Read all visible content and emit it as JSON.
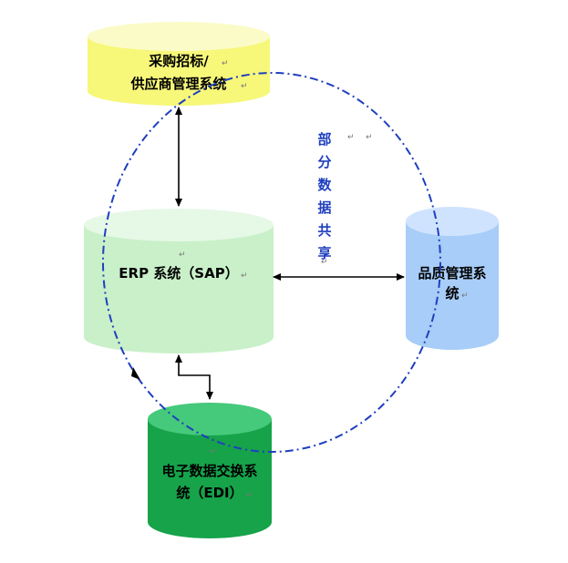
{
  "nodes": {
    "procurement": {
      "line1": "采购招标/",
      "line2": "供应商管理系统",
      "color_top": "#fbfbc8",
      "color_body": "#f7f77a"
    },
    "erp": {
      "line1": "ERP 系统（SAP）",
      "color_top": "#e6f8e6",
      "color_body": "#c9f0c9"
    },
    "quality": {
      "line1": "品质管理系",
      "line2": "统",
      "color_top": "#cfe3ff",
      "color_body": "#a7cdf8"
    },
    "edi": {
      "line1": "电子数据交换系",
      "line2": "统（EDI）",
      "color_top": "#45c97a",
      "color_body": "#16a34a"
    }
  },
  "shared_data": {
    "chars": [
      "部",
      "分",
      "数",
      "据",
      "共",
      "享"
    ],
    "color": "#1f3fbf"
  },
  "colors": {
    "arrow": "#000000",
    "ellipse": "#1f3fbf"
  }
}
